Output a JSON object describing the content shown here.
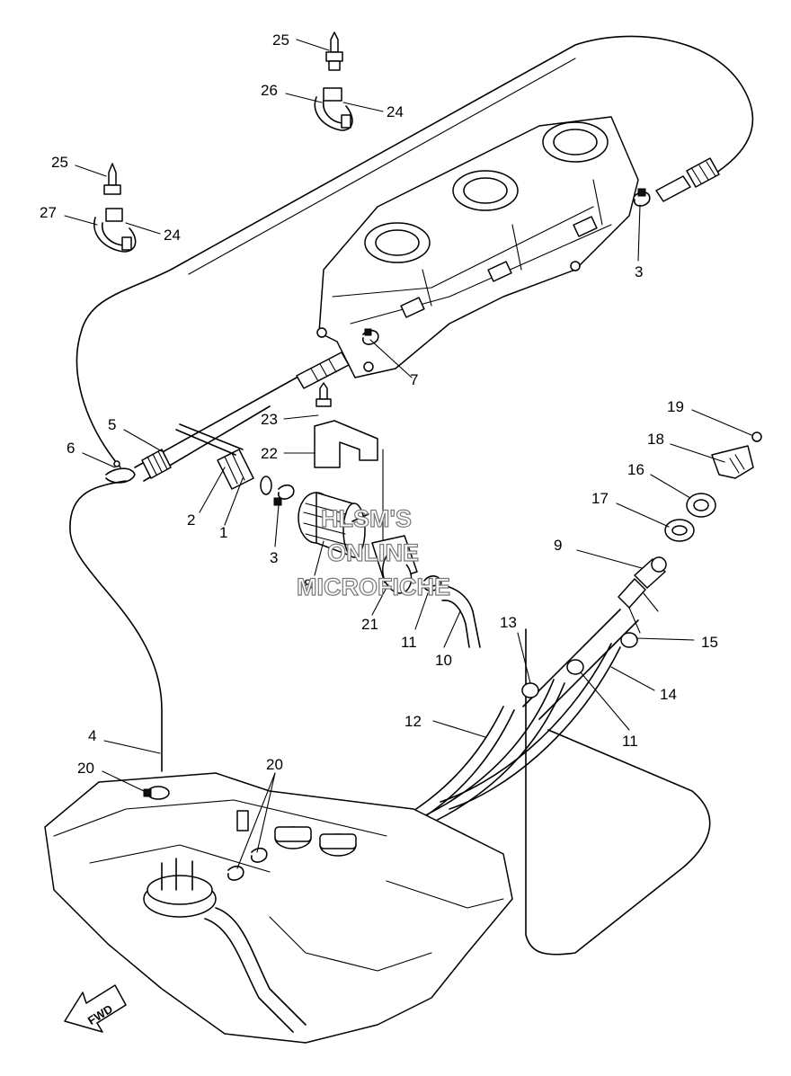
{
  "callouts": [
    {
      "id": "c25a",
      "text": "25"
    },
    {
      "id": "c26",
      "text": "26"
    },
    {
      "id": "c24a",
      "text": "24"
    },
    {
      "id": "c25b",
      "text": "25"
    },
    {
      "id": "c27",
      "text": "27"
    },
    {
      "id": "c24b",
      "text": "24"
    },
    {
      "id": "c3a",
      "text": "3"
    },
    {
      "id": "c7",
      "text": "7"
    },
    {
      "id": "c23",
      "text": "23"
    },
    {
      "id": "c22",
      "text": "22"
    },
    {
      "id": "c5",
      "text": "5"
    },
    {
      "id": "c6",
      "text": "6"
    },
    {
      "id": "c2",
      "text": "2"
    },
    {
      "id": "c1",
      "text": "1"
    },
    {
      "id": "c3b",
      "text": "3"
    },
    {
      "id": "c8",
      "text": "8"
    },
    {
      "id": "c21",
      "text": "21"
    },
    {
      "id": "c11a",
      "text": "11"
    },
    {
      "id": "c10",
      "text": "10"
    },
    {
      "id": "c19",
      "text": "19"
    },
    {
      "id": "c18",
      "text": "18"
    },
    {
      "id": "c16",
      "text": "16"
    },
    {
      "id": "c17",
      "text": "17"
    },
    {
      "id": "c9",
      "text": "9"
    },
    {
      "id": "c13",
      "text": "13"
    },
    {
      "id": "c15",
      "text": "15"
    },
    {
      "id": "c14",
      "text": "14"
    },
    {
      "id": "c11b",
      "text": "11"
    },
    {
      "id": "c12",
      "text": "12"
    },
    {
      "id": "c4",
      "text": "4"
    },
    {
      "id": "c20a",
      "text": "20"
    },
    {
      "id": "c20b",
      "text": "20"
    }
  ],
  "watermark": {
    "line1": "HLSM'S",
    "line2": "ONLINE",
    "line3": "MICROFICHE"
  },
  "direction_marker": {
    "label": "FWD"
  }
}
